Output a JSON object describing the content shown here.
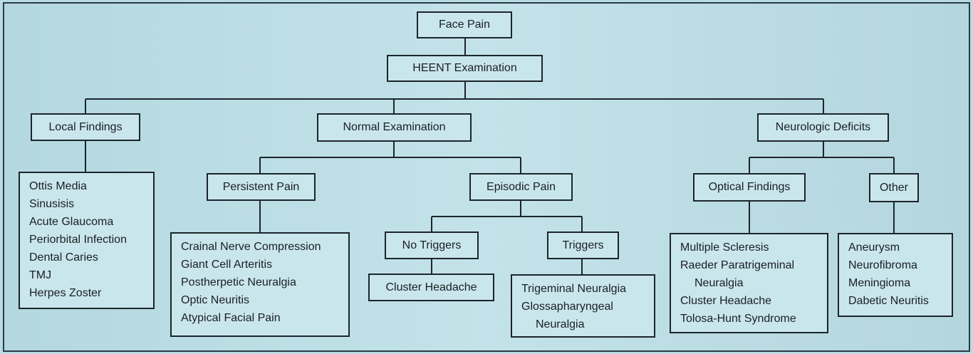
{
  "nodes": {
    "face_pain": "Face Pain",
    "heent": "HEENT Examination",
    "local_findings": "Local Findings",
    "normal_exam": "Normal Examination",
    "neuro_deficits": "Neurologic Deficits",
    "persistent_pain": "Persistent Pain",
    "episodic_pain": "Episodic Pain",
    "no_triggers": "No Triggers",
    "triggers": "Triggers",
    "optical_findings": "Optical Findings",
    "other": "Other",
    "cluster_headache": "Cluster Headache"
  },
  "lists": {
    "local": [
      "Ottis Media",
      "Sinusisis",
      "Acute Glaucoma",
      "Periorbital Infection",
      "Dental Caries",
      "TMJ",
      "Herpes Zoster"
    ],
    "persistent": [
      "Crainal Nerve Compression",
      "Giant Cell Arteritis",
      "Postherpetic Neuralgia",
      "Optic Neuritis",
      "Atypical Facial Pain"
    ],
    "triggers": [
      "Trigeminal Neuralgia",
      "Glossapharyngeal",
      "Neuralgia"
    ],
    "optical": [
      "Multiple Scleresis",
      "Raeder Paratrigeminal",
      "Neuralgia",
      "Cluster Headache",
      "Tolosa-Hunt Syndrome"
    ],
    "other": [
      "Aneurysm",
      "Neurofibroma",
      "Meningioma",
      "Dabetic Neuritis"
    ]
  }
}
